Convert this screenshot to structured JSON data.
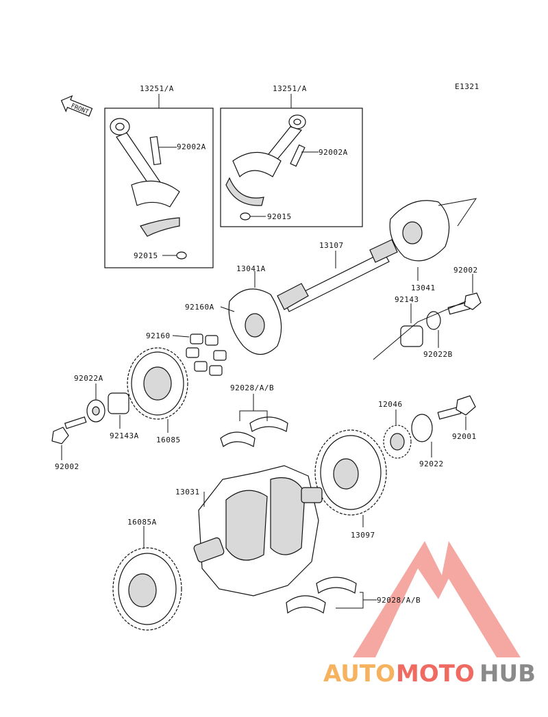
{
  "diagram": {
    "code": "E1321",
    "front_label": "FRONT",
    "labels": {
      "rod_set_left": "13251/A",
      "rod_set_right": "13251/A",
      "bolt_rod_left": "92002A",
      "bolt_rod_right": "92002A",
      "nut_left": "92015",
      "nut_right": "92015",
      "shaft": "13107",
      "damper_holder_a": "13041A",
      "damper_holder": "13041",
      "damper_a": "92160A",
      "damper": "92160",
      "bolt_right": "92002",
      "collar_right": "92143",
      "washer_right": "92022B",
      "washer_left": "92022A",
      "gear_main": "16085",
      "collar_left": "92143A",
      "bolt_left": "92002",
      "bearing_upper": "92028/A/B",
      "gear_small": "12046",
      "washer_mid": "92022",
      "bolt_far_right": "92001",
      "crankshaft": "13031",
      "gear_large": "13097",
      "gear_lower": "16085A",
      "bearing_lower": "92028/A/B"
    }
  },
  "watermark": {
    "part1": "AUTO",
    "part2": "MOTO",
    "part3": "HUB",
    "color_orange": "#f6b25e",
    "color_red": "#ef6b62",
    "color_grey": "#8a8a8a"
  }
}
